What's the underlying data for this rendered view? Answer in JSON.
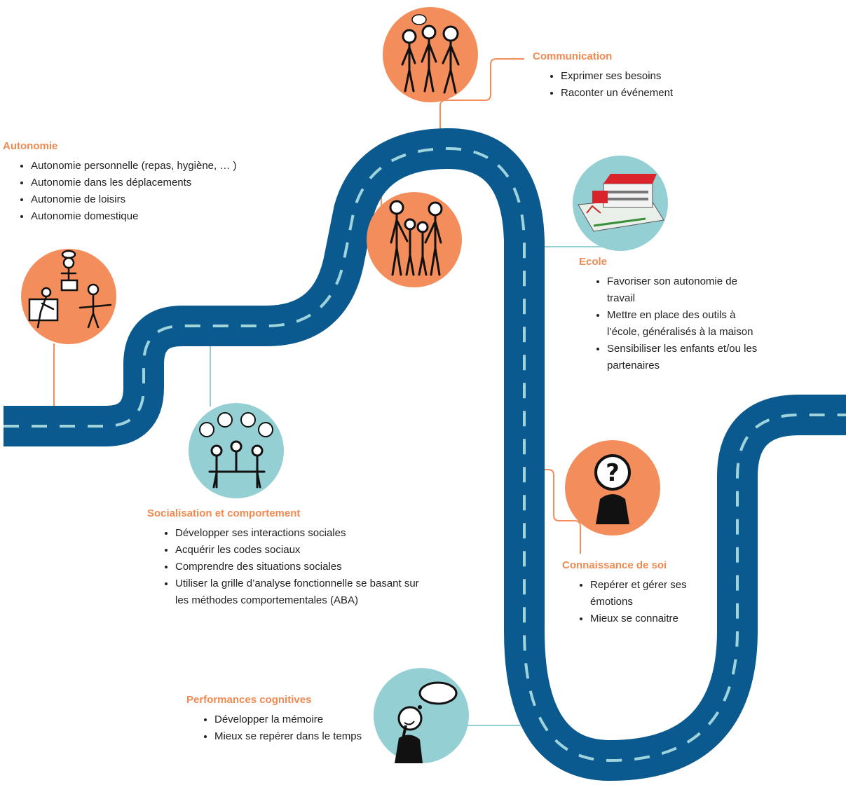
{
  "colors": {
    "road": "#0a5a8f",
    "dash": "#9fd4dd",
    "orange": "#f48d5c",
    "teal": "#94d0d3",
    "heading": "#f08a52",
    "text": "#222222"
  },
  "sections": {
    "communication": {
      "title": "Communication",
      "items": [
        "Exprimer ses besoins",
        "Raconter un événement"
      ]
    },
    "autonomie": {
      "title": "Autonomie",
      "items": [
        "Autonomie personnelle (repas, hygiène, … )",
        "Autonomie dans les déplacements",
        "Autonomie de loisirs",
        "Autonomie domestique"
      ]
    },
    "ecole": {
      "title": "Ecole",
      "items": [
        "Favoriser son autonomie de travail",
        "Mettre en place des outils à l’école, généralisés à la maison",
        "Sensibiliser les enfants et/ou les partenaires"
      ]
    },
    "socialisation": {
      "title": "Socialisation et comportement",
      "items": [
        "Développer ses interactions sociales",
        "Acquérir les codes sociaux",
        "Comprendre des situations sociales",
        "Utiliser la grille d’analyse fonctionnelle se basant sur les méthodes comportementales (ABA)"
      ]
    },
    "connaissance": {
      "title": "Connaissance de soi",
      "items": [
        "Repérer et gérer ses émotions",
        "Mieux se connaitre"
      ]
    },
    "cognitives": {
      "title": "Performances cognitives",
      "items": [
        "Développer la mémoire",
        "Mieux se repérer dans le temps"
      ]
    }
  },
  "icons": {
    "communication": "people-talking-icon",
    "autonomie": "daily-tasks-icon",
    "famille": "family-icon",
    "ecole": "school-building-icon",
    "socialisation": "social-table-icon",
    "connaissance": "question-person-icon",
    "cognitives": "thinking-person-icon"
  }
}
